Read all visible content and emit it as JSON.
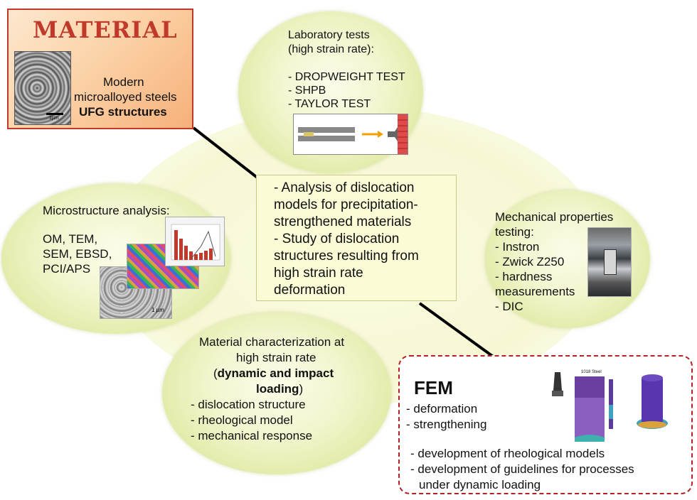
{
  "material": {
    "title": "MATERIAL",
    "scale_label": "1µm",
    "line1": "Modern",
    "line2": "microalloyed steels",
    "line3": "UFG structures"
  },
  "lab_tests": {
    "title1": "Laboratory tests",
    "title2": "(high strain rate):",
    "items": [
      "- DROPWEIGHT TEST",
      "- SHPB",
      "- TAYLOR TEST"
    ]
  },
  "center": {
    "lines": [
      "-   Analysis of dislocation",
      "models for precipitation-",
      "strengthened materials",
      "-   Study of dislocation",
      "structures resulting from",
      "high strain rate",
      "deformation"
    ]
  },
  "microstructure": {
    "title": "Microstructure analysis:",
    "lines": [
      "OM, TEM,",
      "SEM, EBSD,",
      "PCI/APS"
    ],
    "scale_label": "1 µm"
  },
  "mechanical": {
    "lines": [
      "Mechanical properties",
      "testing:",
      "- Instron",
      "- Zwick Z250",
      "- hardness",
      "measurements",
      "- DIC"
    ]
  },
  "characterization": {
    "line1": "Material characterization at",
    "line2": "high strain rate",
    "line3_pre": "(",
    "line3_bold": "dynamic and impact",
    "line4_bold": "loading",
    "line4_post": ")",
    "items": [
      "- dislocation structure",
      "- rheological model",
      "- mechanical response"
    ]
  },
  "fem": {
    "title": "FEM",
    "items": [
      "- deformation",
      "- strengthening"
    ],
    "items2": [
      "- development of rheological models",
      "- development of guidelines for processes",
      "under dynamic loading"
    ],
    "sim_label": "1018 Steel"
  },
  "colors": {
    "material_border": "#c0392b",
    "material_title": "#c0392b",
    "fem_border": "#b22222",
    "ellipse": "#dfe9a2"
  }
}
